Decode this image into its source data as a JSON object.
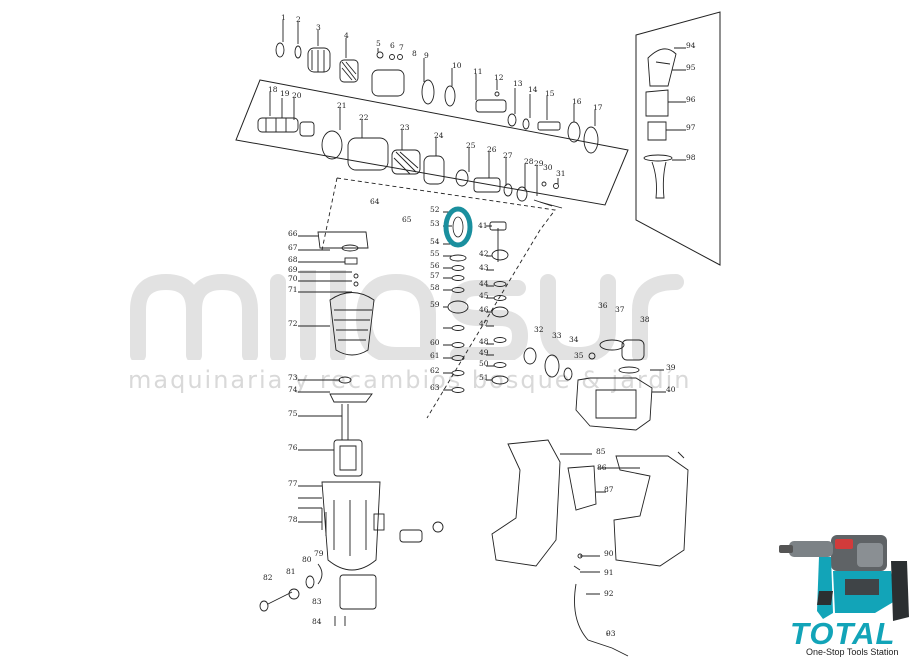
{
  "watermark": {
    "text": "maquinaria y recambios bosque & jardín"
  },
  "brand": {
    "name": "TOTAL",
    "tagline": "One-Stop Tools Station"
  },
  "part_numbers": [
    "1",
    "2",
    "3",
    "4",
    "5",
    "6",
    "7",
    "8",
    "9",
    "10",
    "11",
    "12",
    "13",
    "14",
    "15",
    "16",
    "17",
    "18",
    "19",
    "20",
    "21",
    "22",
    "23",
    "24",
    "25",
    "26",
    "27",
    "28",
    "29",
    "30",
    "31",
    "32",
    "33",
    "34",
    "35",
    "36",
    "37",
    "38",
    "39",
    "40",
    "41",
    "42",
    "43",
    "44",
    "45",
    "46",
    "47",
    "48",
    "49",
    "50",
    "51",
    "52",
    "53",
    "54",
    "55",
    "56",
    "57",
    "58",
    "59",
    "60",
    "61",
    "62",
    "63",
    "64",
    "65",
    "66",
    "67",
    "68",
    "69",
    "70",
    "71",
    "72",
    "73",
    "74",
    "75",
    "76",
    "77",
    "78",
    "79",
    "80",
    "81",
    "82",
    "83",
    "84",
    "85",
    "86",
    "87",
    "90",
    "91",
    "92",
    "93",
    "94",
    "95",
    "96",
    "97",
    "98"
  ],
  "highlight": {
    "part": "53",
    "color": "#1a8f9e"
  },
  "colors": {
    "line": "#222222",
    "watermark": "#d9d9d9",
    "brand": "#12a4b8"
  }
}
